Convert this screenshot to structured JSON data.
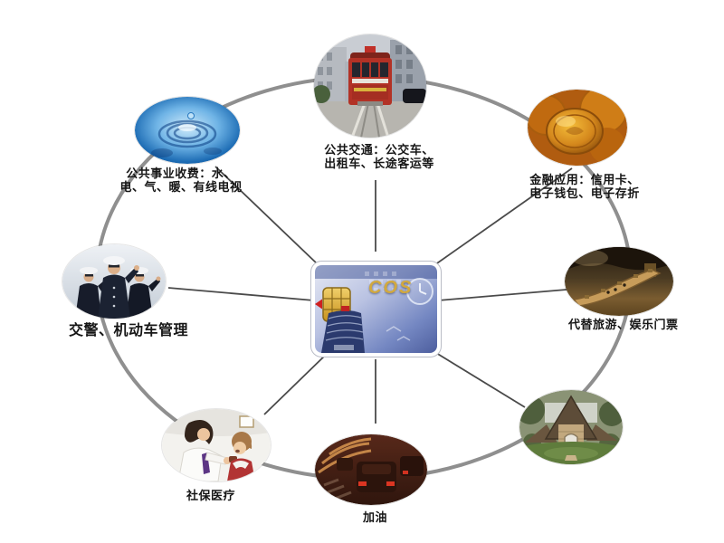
{
  "card": {
    "brand_text": "COS",
    "image": "smart-card-with-gold-chip",
    "accent_gold": "#d2a93e"
  },
  "colors": {
    "ring_gray": "#8f8f8f",
    "spoke_gray": "#4a4a4a",
    "label_black": "#161616"
  },
  "nodes": {
    "transport": {
      "line1": "公共交通：公交车、",
      "line2": "出租车、长途客运等",
      "image": "cable-car-street-photo"
    },
    "utilities": {
      "line1": "公共事业收费：水、",
      "line2": "电、气、暖、有线电视",
      "image": "water-ripple-photo"
    },
    "finance": {
      "line1": "金融应用：信用卡、",
      "line2": "电子钱包、电子存折",
      "image": "gold-coins-photo"
    },
    "police": {
      "line1": "交警、机动车管理",
      "image": "police-officers-photo"
    },
    "tourism": {
      "line1": "代替旅游、娱乐门票",
      "image": "great-wall-photo"
    },
    "medical": {
      "line1": "社保医疗",
      "image": "doctor-and-child-photo"
    },
    "fuel": {
      "line1": "加油",
      "image": "night-traffic-photo"
    },
    "house": {
      "image": "cottage-house-photo"
    }
  }
}
